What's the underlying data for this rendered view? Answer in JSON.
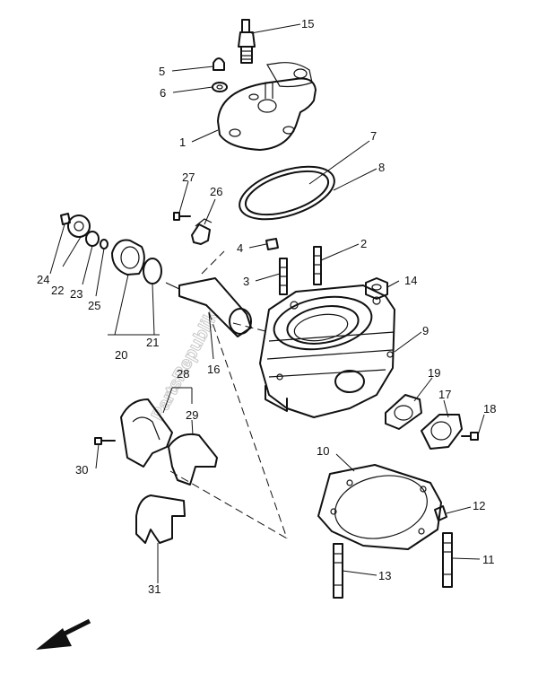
{
  "diagram": {
    "callouts": [
      "1",
      "2",
      "3",
      "4",
      "5",
      "6",
      "7",
      "8",
      "9",
      "10",
      "11",
      "12",
      "13",
      "14",
      "15",
      "16",
      "17",
      "18",
      "19",
      "20",
      "21",
      "22",
      "23",
      "24",
      "25",
      "26",
      "27",
      "28",
      "29",
      "30",
      "31"
    ],
    "watermark": "PartsRepublik"
  }
}
